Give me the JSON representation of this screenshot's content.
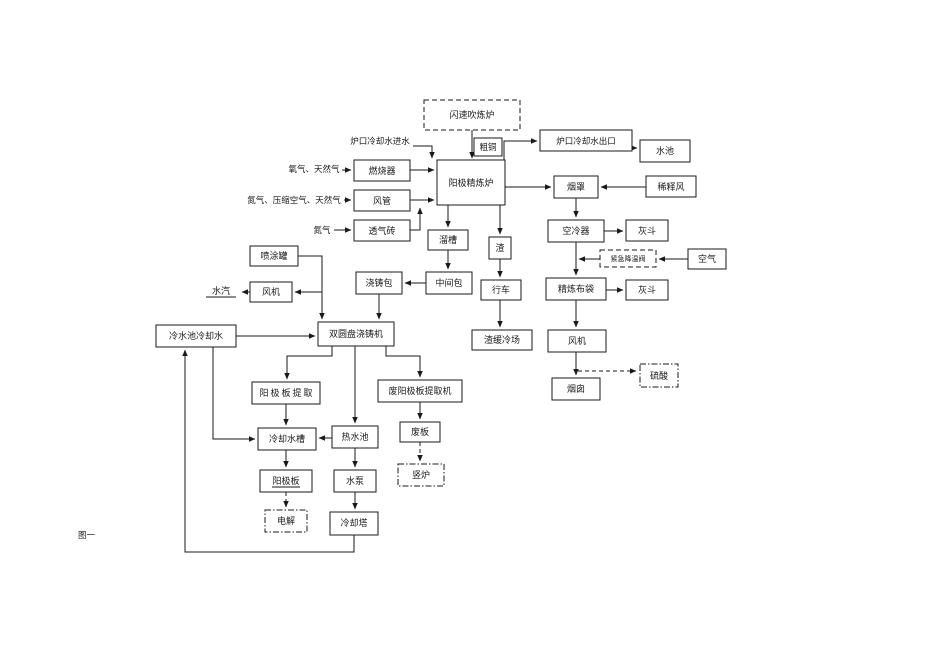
{
  "page": {
    "background": "#ffffff",
    "ink": "#1a1a1a"
  },
  "figure": {
    "caption": "图一"
  },
  "nodes": {
    "flash_furnace": "闪速吹炼炉",
    "cooling_water_inlet": "炉口冷却水进水",
    "crude_copper": "粗铜",
    "cooling_water_outlet": "炉口冷却水出口",
    "water_pool": "水池",
    "oxygen_natural_gas": "氧气、天然气",
    "burner": "燃烧器",
    "anode_refining_furnace": "阳极精炼炉",
    "smoke_hood": "烟罩",
    "dilution_air": "稀释风",
    "nitrogen_compressed_air": "氮气、压缩空气、天然气",
    "air_duct": "风管",
    "nitrogen": "氮气",
    "permeable_brick": "透气砖",
    "air_cooler": "空冷器",
    "ash_hopper_top": "灰斗",
    "chute": "溜槽",
    "slag": "渣",
    "emergency_cooling_valve": "紧急降温阀",
    "air": "空气",
    "spray_tank": "喷涂罐",
    "casting_ladle": "浇铸包",
    "tundish": "中间包",
    "crane": "行车",
    "refining_baghouse": "精炼布袋",
    "ash_hopper_bottom": "灰斗",
    "water_vapor": "水汽",
    "fan_left": "风机",
    "cold_water_pool": "冷水池冷却水",
    "disc_casting_machine": "双圆盘浇铸机",
    "slag_cooling_yard": "渣缓冷场",
    "fan_right": "风机",
    "chimney": "烟囱",
    "sulfuric_acid": "硫酸",
    "anode_plate_extraction": "阳极板提取",
    "waste_anode_extractor": "废阳极板提取机",
    "cooling_water_tank": "冷却水槽",
    "hot_water_pool": "热水池",
    "waste_plate": "废板",
    "anode_plate": "阳极板",
    "water_pump": "水泵",
    "shaft_furnace": "竖炉",
    "electrolysis": "电解",
    "cooling_tower": "冷却塔"
  },
  "edges": [
    "flash_furnace -> crude_copper -> anode_refining_furnace",
    "cooling_water_inlet -> anode_refining_furnace",
    "anode_refining_furnace -> cooling_water_outlet -> water_pool",
    "oxygen_natural_gas -> burner -> anode_refining_furnace",
    "nitrogen_compressed_air -> air_duct -> anode_refining_furnace",
    "nitrogen -> permeable_brick -> anode_refining_furnace",
    "anode_refining_furnace -> smoke_hood",
    "dilution_air -> smoke_hood",
    "smoke_hood -> air_cooler",
    "air_cooler -> ash_hopper_top",
    "air_cooler -> refining_baghouse",
    "air -> emergency_cooling_valve -> flue_duct",
    "refining_baghouse -> ash_hopper_bottom",
    "refining_baghouse -> fan_right -> chimney",
    "fan_right -> sulfuric_acid (dashed)",
    "anode_refining_furnace -> chute -> tundish -> casting_ladle -> disc_casting_machine",
    "anode_refining_furnace -> slag -> crane -> slag_cooling_yard",
    "spray_tank -> disc_casting_machine",
    "disc_casting_machine -> fan_left -> water_vapor",
    "cold_water_pool -> disc_casting_machine",
    "disc_casting_machine -> anode_plate_extraction -> cooling_water_tank -> anode_plate -> electrolysis (dashed)",
    "disc_casting_machine -> waste_anode_extractor -> waste_plate -> shaft_furnace (dashed)",
    "disc_casting_machine -> hot_water_pool -> water_pump -> cooling_tower -> cold_water_pool -> cooling_water_tank",
    "hot_water_pool -> cooling_water_tank"
  ]
}
